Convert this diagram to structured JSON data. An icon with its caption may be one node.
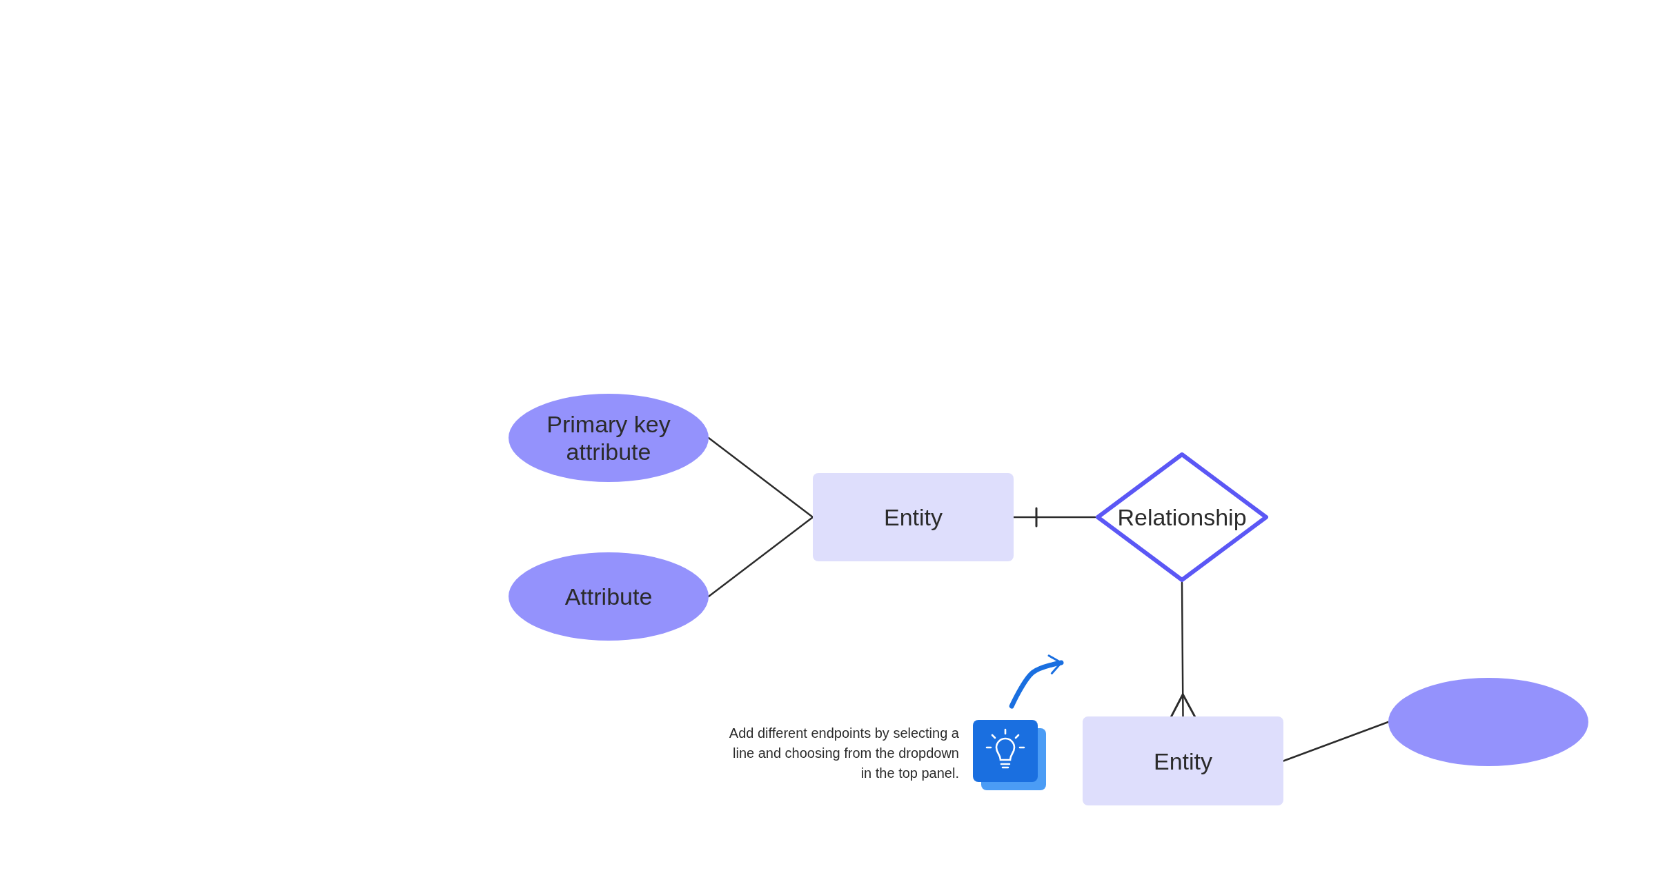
{
  "diagram": {
    "nodes": [
      {
        "text": [
          "Primary key attribute"
        ]
      },
      {
        "text": [
          "Attribute"
        ]
      },
      {
        "text": [
          "Entity"
        ]
      },
      {
        "text": [
          "Relationship"
        ]
      },
      {
        "text": [
          "Entity"
        ]
      },
      {
        "text": [],
        "shape": "circle"
      },
      {
        "text": [],
        "shape": "picture"
      }
    ],
    "edges": [
      {
        "from": 0,
        "to": 2,
        "arrow": "none"
      },
      {
        "from": 1,
        "to": 2,
        "arrow": "none"
      },
      {
        "from": 2,
        "to": 3,
        "arrow": "other"
      },
      {
        "from": 3,
        "to": 4,
        "arrow": "other"
      },
      {
        "from": 4,
        "to": 5,
        "arrow": "none"
      },
      {
        "from": 6,
        "to": null,
        "arrow": "to",
        "style": "thick",
        "color": "#1a6fe0"
      }
    ],
    "labels": [
      "Add different endpoints by selecting a line and choosing from the dropdown in the top panel."
    ]
  }
}
